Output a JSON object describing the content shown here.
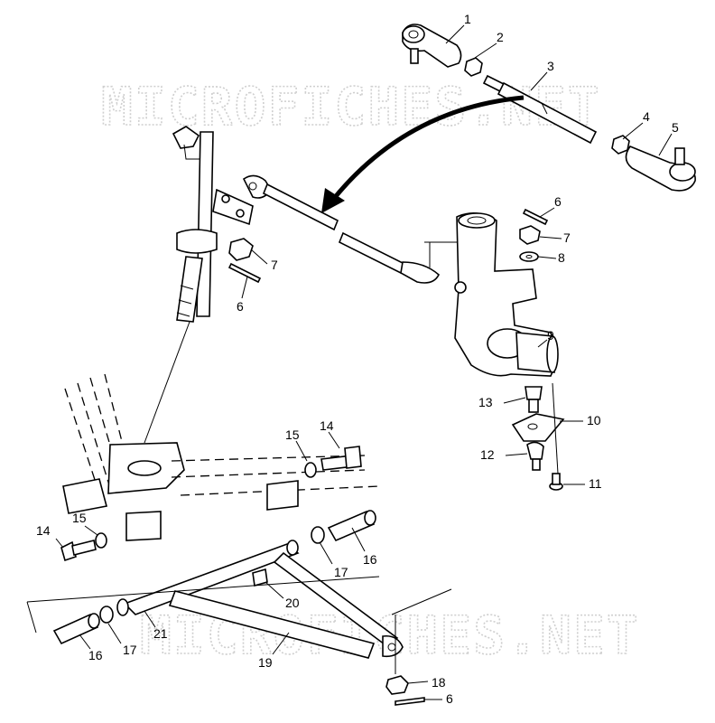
{
  "watermarks": [
    "MICROFICHES.NET",
    "MICROFICHES.NET"
  ],
  "callouts": [
    "1",
    "2",
    "3",
    "4",
    "5",
    "6",
    "7",
    "8",
    "9",
    "10",
    "11",
    "12",
    "13",
    "6",
    "7",
    "14",
    "15",
    "14",
    "15",
    "16",
    "17",
    "20",
    "21",
    "17",
    "16",
    "19",
    "18",
    "6"
  ]
}
